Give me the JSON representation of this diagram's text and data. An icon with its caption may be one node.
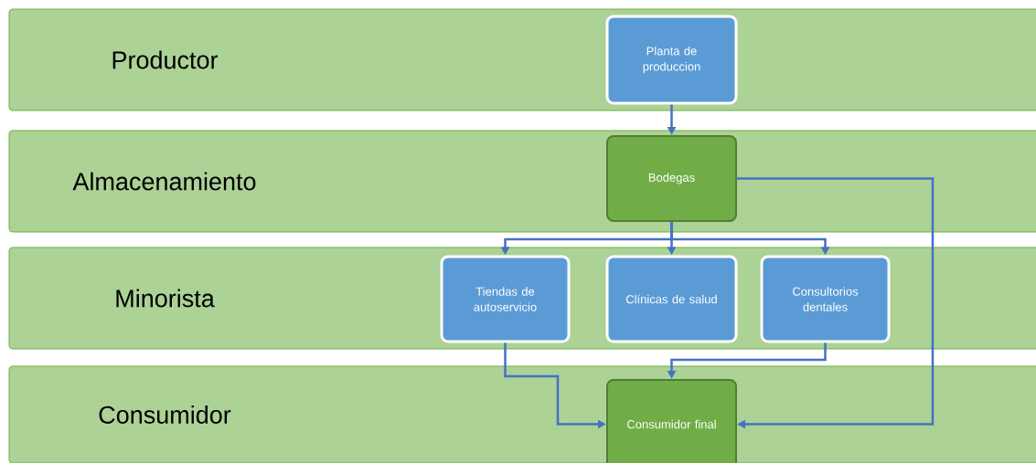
{
  "diagram": {
    "nodes": [
      {
        "text": [
          "Productor"
        ]
      },
      {
        "text": [
          "Almacenamiento"
        ]
      },
      {
        "text": [
          "Minorista"
        ]
      },
      {
        "text": [
          "Consumidor"
        ]
      },
      {
        "text": [
          "Planta de produccion"
        ],
        "in": 0
      },
      {
        "text": [
          "Bodegas"
        ],
        "in": 1
      },
      {
        "text": [
          "Tiendas de autoservicio"
        ],
        "in": 2
      },
      {
        "text": [
          "Clínicas de salud"
        ],
        "in": 2
      },
      {
        "text": [
          "Consultorios dentales"
        ],
        "in": 2
      },
      {
        "text": [
          "Consumidor final"
        ],
        "in": 3
      }
    ],
    "edges": [
      {
        "from": 4,
        "to": 5,
        "arrow": "to"
      },
      {
        "from": 5,
        "to": 6,
        "arrow": "to"
      },
      {
        "from": 5,
        "to": 7,
        "arrow": "to"
      },
      {
        "from": 5,
        "to": 8,
        "arrow": "to"
      },
      {
        "from": 5,
        "to": 9,
        "arrow": "to"
      },
      {
        "from": 6,
        "to": 9,
        "arrow": "to"
      },
      {
        "from": 8,
        "to": 9,
        "arrow": "to"
      }
    ]
  }
}
